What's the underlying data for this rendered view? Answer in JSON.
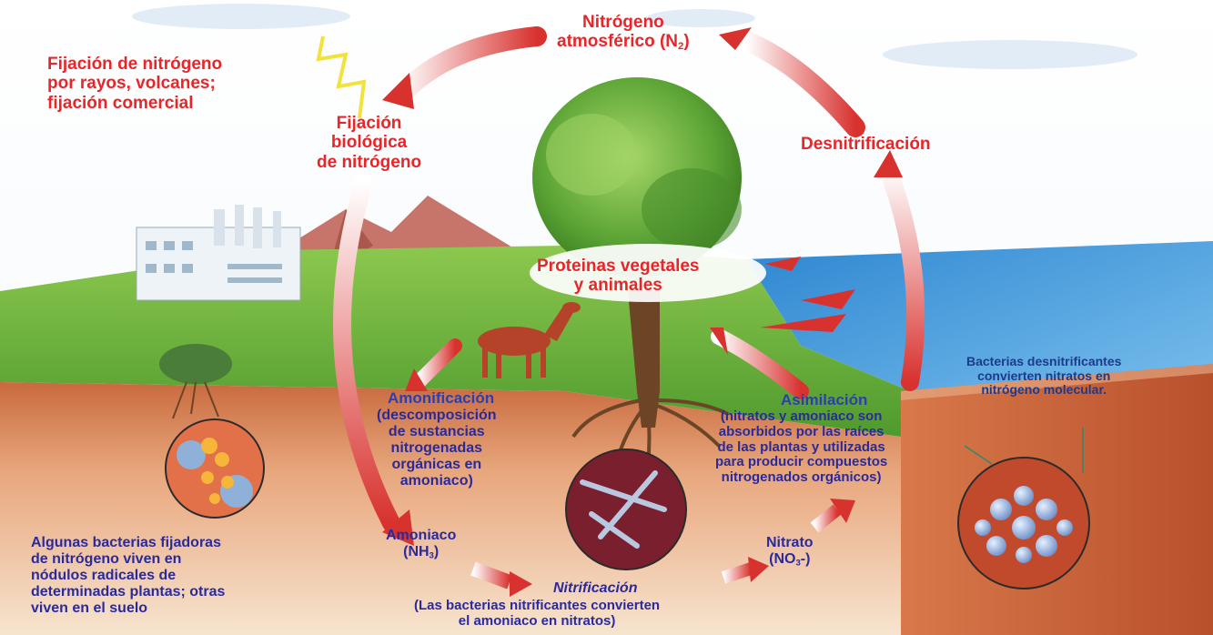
{
  "labels": {
    "atmospheric_nitrogen": {
      "prefix": "Nitrógeno\natmosférico (N",
      "sub": "2",
      "suffix": ")"
    },
    "lightning_fixation": "Fijación de nitrógeno\npor rayos, volcanes;\nfijación comercial",
    "biological_fixation": "Fijación\nbiológica\nde nitrógeno",
    "denitrification": "Desnitrificación",
    "proteins": "Proteinas vegetales\ny animales",
    "ammonification_title": "Amonificación",
    "ammonification_desc": "(descomposición\nde sustancias\nnitrogenadas\norgánicas en\namoniaco)",
    "assimilation_title": "Asimilación",
    "assimilation_desc": "(nitratos y amoniaco son\nabsorbidos por las raíces\nde las plantas y utilizadas\npara producir compuestos\nnitrogenados orgánicos)",
    "denitrifying_bacteria": "Bacterias desnitrificantes\nconvierten nitratos en\nnitrógeno molecular.",
    "ammonia": {
      "prefix": "Amoniaco\n(NH",
      "sub": "3",
      "suffix": ")"
    },
    "nitrate": {
      "prefix": "Nitrato\n(NO",
      "sub": "3",
      "suffix": "-)"
    },
    "nitrification_title": "Nitrificación",
    "nitrification_desc": "(Las bacterias nitrificantes convierten\nel amoniaco en nitratos)",
    "fixing_bacteria": "Algunas bacterias fijadoras\nde nitrógeno viven en\nnódulos radicales de\ndeterminadas plantas; otras\nviven en el suelo"
  },
  "colors": {
    "arrow_red": "#d8322f",
    "label_red": "#e8262a",
    "label_blue": "#2a2a9c",
    "grass": "#5fae3a",
    "soil": "#d9845a",
    "sea": "#2e8fd6"
  }
}
